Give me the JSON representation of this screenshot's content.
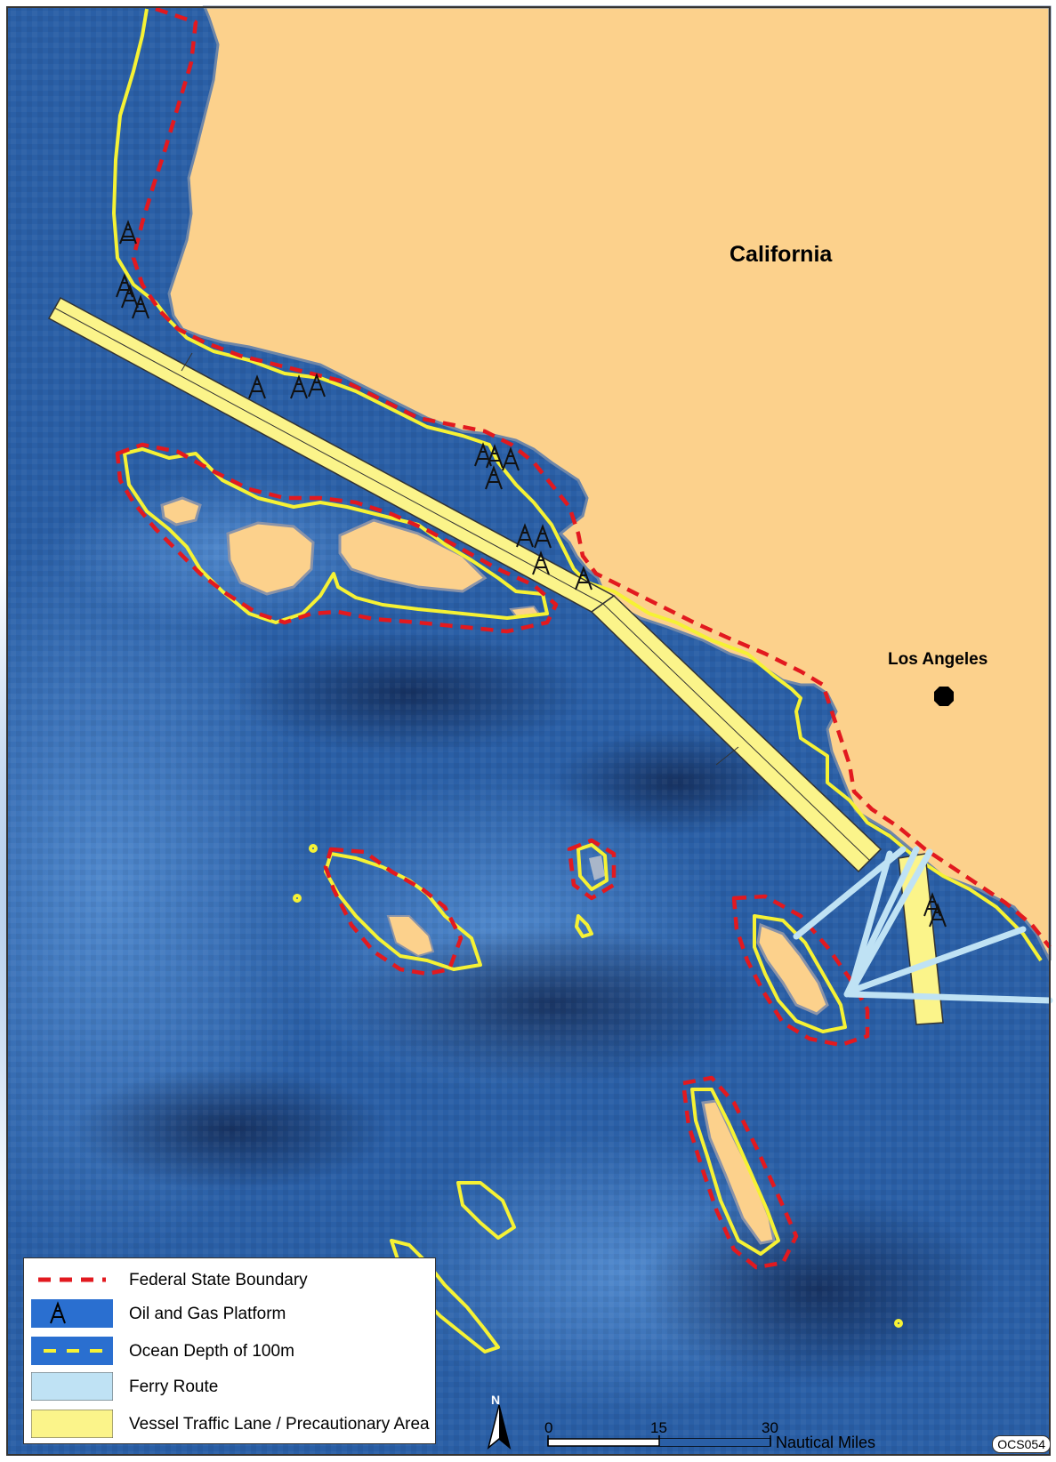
{
  "map": {
    "labels": {
      "california": "California",
      "los_angeles": "Los Angeles"
    },
    "colors": {
      "land": "#fcd18c",
      "ocean": "#2a5fa6",
      "ocean_dark": "#1b3f78",
      "boundary": "#e2191f",
      "depth_contour": "#f6f234",
      "ferry": "#bfe2f4",
      "traffic_lane": "#fbf48a"
    },
    "icons": [
      "oil-platform-icon",
      "city-point-icon",
      "north-arrow-icon"
    ]
  },
  "legend": {
    "items": [
      {
        "label": "Federal State Boundary",
        "icon": "red-dashed-line"
      },
      {
        "label": "Oil and Gas Platform",
        "icon": "oil-platform-icon"
      },
      {
        "label": "Ocean Depth of 100m",
        "icon": "yellow-dashed-line"
      },
      {
        "label": "Ferry Route",
        "icon": "light-blue-fill"
      },
      {
        "label": "Vessel Traffic Lane / Precautionary Area",
        "icon": "yellow-fill"
      }
    ]
  },
  "scale_bar": {
    "ticks": [
      "0",
      "15",
      "30"
    ],
    "unit": "Nautical Miles"
  },
  "north_arrow": {
    "letter": "N"
  },
  "map_id": "OCS054"
}
